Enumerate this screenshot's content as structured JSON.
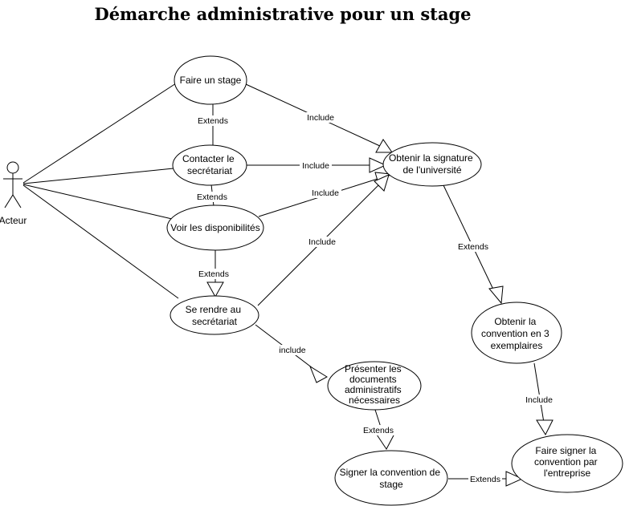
{
  "title": "Démarche administrative pour un stage",
  "actor": {
    "label": "Acteur"
  },
  "use_cases": {
    "faire_stage": [
      "Faire un stage"
    ],
    "contacter": [
      "Contacter le",
      "secrétariat"
    ],
    "voir_dispo": [
      "Voir les disponibilités"
    ],
    "se_rendre": [
      "Se rendre au",
      "secrétariat"
    ],
    "signature_univ": [
      "Obtenir la signature",
      "de l'université"
    ],
    "convention3": [
      "Obtenir la",
      "convention en 3",
      "exemplaires"
    ],
    "presenter_docs": [
      "Présenter les",
      "documents",
      "administratifs",
      "nécessaires"
    ],
    "signer_convention": [
      "Signer la convention de",
      "stage"
    ],
    "faire_signer": [
      "Faire signer la",
      "convention par",
      "l'entreprise"
    ]
  },
  "relations": {
    "faire_stage_contacter": "Extends",
    "faire_stage_signature": "Include",
    "contacter_signature": "Include",
    "contacter_voir": "Extends",
    "voir_signature": "Include",
    "voir_se_rendre": "Extends",
    "se_rendre_signature": "Include",
    "se_rendre_presenter": "include",
    "signature_convention3": "Extends",
    "convention3_faire_signer": "Include",
    "presenter_signer": "Extends",
    "signer_faire_signer": "Extends"
  }
}
